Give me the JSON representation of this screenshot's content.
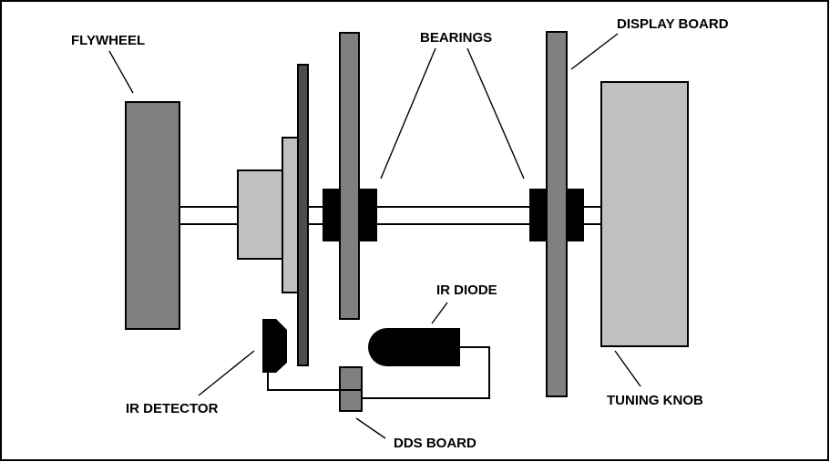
{
  "title": "Tuning mechanism assembly diagram",
  "colors": {
    "dark_gray": "#808080",
    "darker_gray": "#4d4d4d",
    "light_gray": "#c0c0c0",
    "black": "#000000",
    "background": "#ffffff"
  },
  "labels": {
    "flywheel": "FLYWHEEL",
    "bearings": "BEARINGS",
    "display_board": "DISPLAY BOARD",
    "ir_diode": "IR DIODE",
    "ir_detector": "IR DETECTOR",
    "dds_board": "DDS BOARD",
    "tuning_knob": "TUNING KNOB"
  },
  "components": [
    {
      "id": "flywheel",
      "name": "Flywheel",
      "color": "#808080"
    },
    {
      "id": "hub",
      "name": "Hub",
      "color": "#c0c0c0"
    },
    {
      "id": "encoder-disk-light",
      "name": "Encoder disk (light)",
      "color": "#c0c0c0"
    },
    {
      "id": "encoder-disk-dark",
      "name": "Encoder disk (dark)",
      "color": "#4d4d4d"
    },
    {
      "id": "bearing-plate",
      "name": "Bearing plate",
      "color": "#808080"
    },
    {
      "id": "bearing-1",
      "name": "Bearing",
      "color": "#000000"
    },
    {
      "id": "display-board",
      "name": "Display board",
      "color": "#808080"
    },
    {
      "id": "bearing-2",
      "name": "Bearing",
      "color": "#000000"
    },
    {
      "id": "tuning-knob",
      "name": "Tuning knob",
      "color": "#c0c0c0"
    },
    {
      "id": "ir-detector",
      "name": "IR detector",
      "color": "#000000"
    },
    {
      "id": "ir-diode",
      "name": "IR diode",
      "color": "#000000"
    },
    {
      "id": "dds-board",
      "name": "DDS board",
      "color": "#808080"
    }
  ]
}
